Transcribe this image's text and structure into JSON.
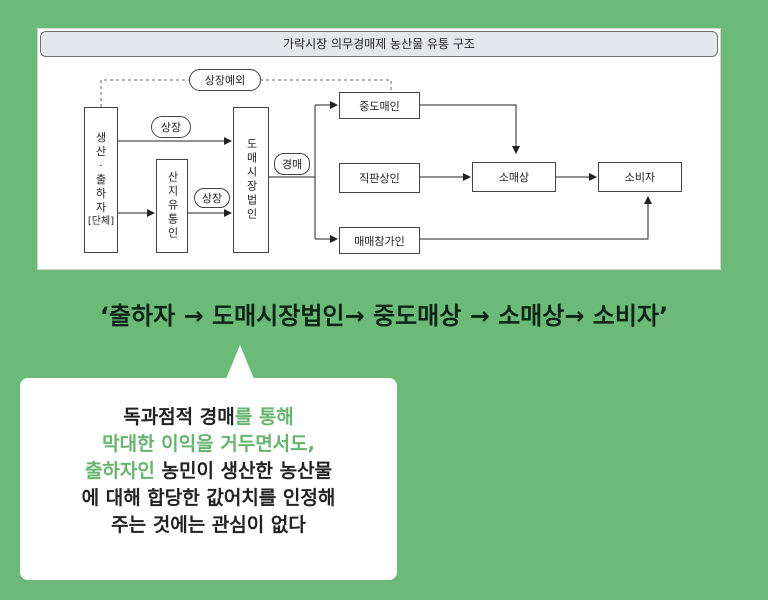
{
  "diagram": {
    "title": "가락시장 의무경매제 농산물 유통 구조",
    "producer": "생산·출하자[단체]",
    "producer_lines": [
      "생",
      "산",
      "·",
      "출",
      "하",
      "자",
      "[단체]"
    ],
    "origin_collector": "산지유통인",
    "wholesale_corp": "도매시장법인",
    "jungdo": "중도매인",
    "direct_buyer": "직판상인",
    "retailer": "소매상",
    "consumer": "소비자",
    "buying_participant": "매매참가인",
    "label_sangjang_top": "상장예외",
    "label_sangjang1": "상장",
    "label_sangjang2": "상장",
    "label_auction": "경매"
  },
  "flow_caption": "‘출하자 → 도매시장법인→ 중도매상 → 소매상→ 소비자’",
  "callout": {
    "line1_a": "독과점적 경매",
    "line1_b": "를 통해",
    "line2": "막대한 이익을 거두면서도,",
    "line3_a": "출하자인",
    "line3_b": " 농민이 생산한 농산물",
    "line4": "에 대해 합당한 값어치를 인정해",
    "line5": "주는 것에는 관심이 없다"
  },
  "colors": {
    "background": "#6cba78",
    "highlight": "#66b46e"
  }
}
